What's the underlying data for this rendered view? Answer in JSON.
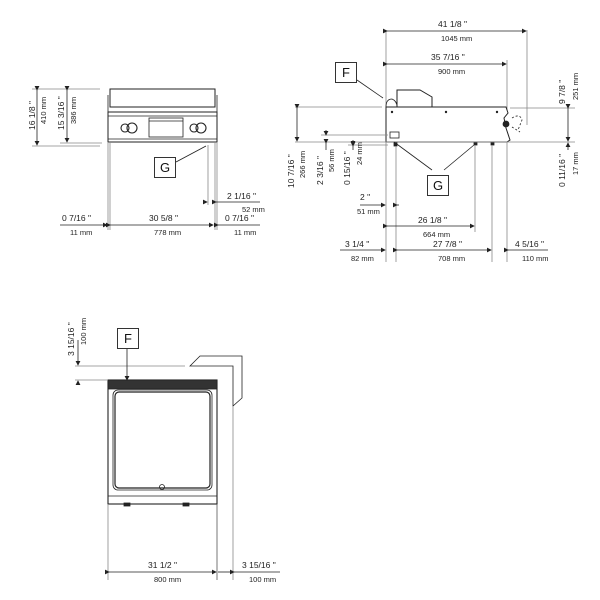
{
  "diagram": {
    "type": "technical-drawing",
    "views": [
      "front",
      "side",
      "top"
    ]
  },
  "callouts": {
    "F": "F",
    "G": "G"
  },
  "front_view": {
    "height_total_in": "16 1/8 \"",
    "height_total_mm": "410 mm",
    "height_body_in": "15 3/16 \"",
    "height_body_mm": "386 mm",
    "left_offset_in": "0 7/16 \"",
    "left_offset_mm": "11 mm",
    "width_in": "30 5/8 \"",
    "width_mm": "778 mm",
    "right_conn_in": "2 1/16 \"",
    "right_conn_mm": "52 mm",
    "right_offset_in": "0 7/16 \"",
    "right_offset_mm": "11 mm"
  },
  "side_view": {
    "depth_total_in": "41 1/8 \"",
    "depth_total_mm": "1045 mm",
    "depth_body_in": "35 7/16 \"",
    "depth_body_mm": "900 mm",
    "height_in": "10 7/16 \"",
    "height_mm": "266 mm",
    "conn_height_in": "2 3/16 \"",
    "conn_height_mm": "56 mm",
    "conn_low_in": "0 15/16 \"",
    "conn_low_mm": "24 mm",
    "knob_height_in": "9 7/8 \"",
    "knob_height_mm": "251 mm",
    "foot_in": "0 11/16 \"",
    "foot_mm": "17 mm",
    "conn_offset_in": "2 \"",
    "conn_offset_mm": "51 mm",
    "conn_depth_in": "26 1/8 \"",
    "conn_depth_mm": "664 mm",
    "rear_offset_in": "3 1/4 \"",
    "rear_offset_mm": "82 mm",
    "feet_span_in": "27 7/8 \"",
    "feet_span_mm": "708 mm",
    "front_overhang_in": "4 5/16 \"",
    "front_overhang_mm": "110 mm"
  },
  "top_view": {
    "rear_clearance_in": "3 15/16 \"",
    "rear_clearance_mm": "100 mm",
    "width_in": "31 1/2 \"",
    "width_mm": "800 mm",
    "side_clearance_in": "3 15/16 \"",
    "side_clearance_mm": "100 mm"
  }
}
